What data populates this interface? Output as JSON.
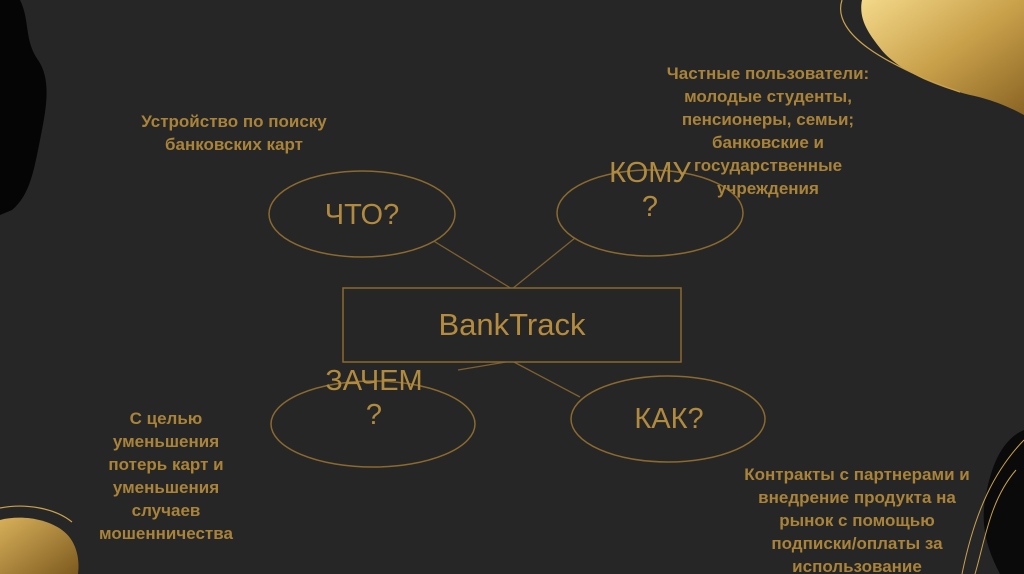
{
  "diagram": {
    "center": "BankTrack",
    "nodes": {
      "what": {
        "label": "ЧТО?",
        "note": "Устройство по поиску банковских карт"
      },
      "whom": {
        "label": "КОМУ\n?",
        "note": "Частные пользователи:\nмолодые студенты,\nпенсионеры, семьи;\nбанковские и\nгосударственные\nучреждения"
      },
      "why": {
        "label": "ЗАЧЕМ\n?",
        "note": "С целью\nуменьшения\nпотерь карт и\nуменьшения\nслучаев\nмошенничества"
      },
      "how": {
        "label": "КАК?",
        "note": "Контракты с партнерами и\nвнедрение продукта на\nрынок с помощью\nподписки/оплаты за\nиспользование"
      }
    }
  },
  "colors": {
    "background": "#262626",
    "accent": "#b08a3f",
    "lines": "#8a6a2e"
  }
}
